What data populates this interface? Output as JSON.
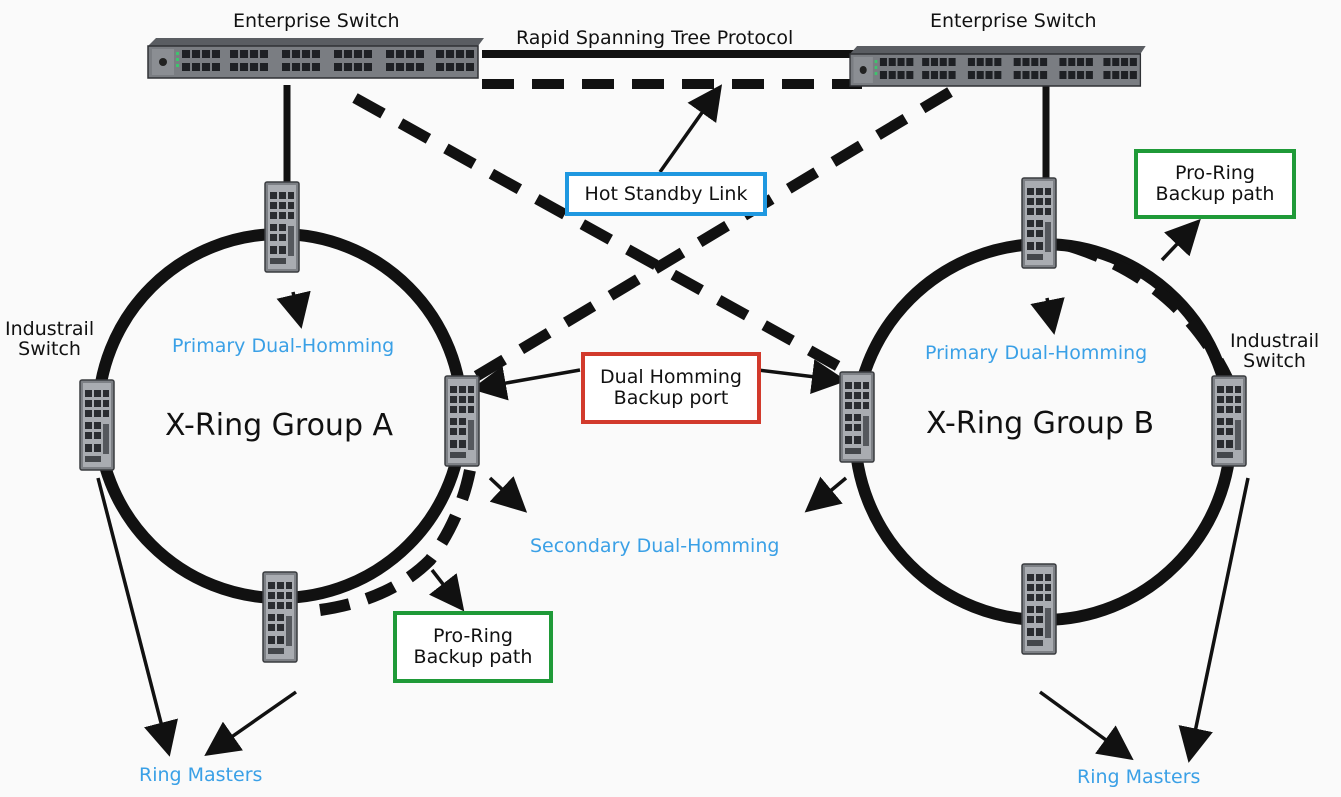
{
  "labels": {
    "enterprise_left": "Enterprise Switch",
    "enterprise_right": "Enterprise Switch",
    "rstp": "Rapid Spanning Tree Protocol",
    "hot_standby": "Hot Standby Link",
    "proring_top_line1": "Pro-Ring",
    "proring_top_line2": "Backup path",
    "industrial_left_line1": "Industrail",
    "industrial_left_line2": "Switch",
    "industrial_right_line1": "Industrail",
    "industrial_right_line2": "Switch",
    "primary_a": "Primary Dual-Homming",
    "primary_b": "Primary Dual-Homming",
    "group_a": "X-Ring Group A",
    "group_b": "X-Ring Group B",
    "dual_homing_line1": "Dual Homming",
    "dual_homing_line2": "Backup port",
    "secondary": "Secondary Dual-Homming",
    "proring_bottom_line1": "Pro-Ring",
    "proring_bottom_line2": "Backup path",
    "ring_masters_left": "Ring Masters",
    "ring_masters_right": "Ring Masters"
  },
  "colors": {
    "line": "#111111",
    "label_blue": "#3aa0e6",
    "box_blue": "#1f98e0",
    "box_red": "#d23a2c",
    "box_green": "#1f9a38"
  },
  "icons": [
    "enterprise-switch-icon",
    "industrial-switch-icon"
  ]
}
